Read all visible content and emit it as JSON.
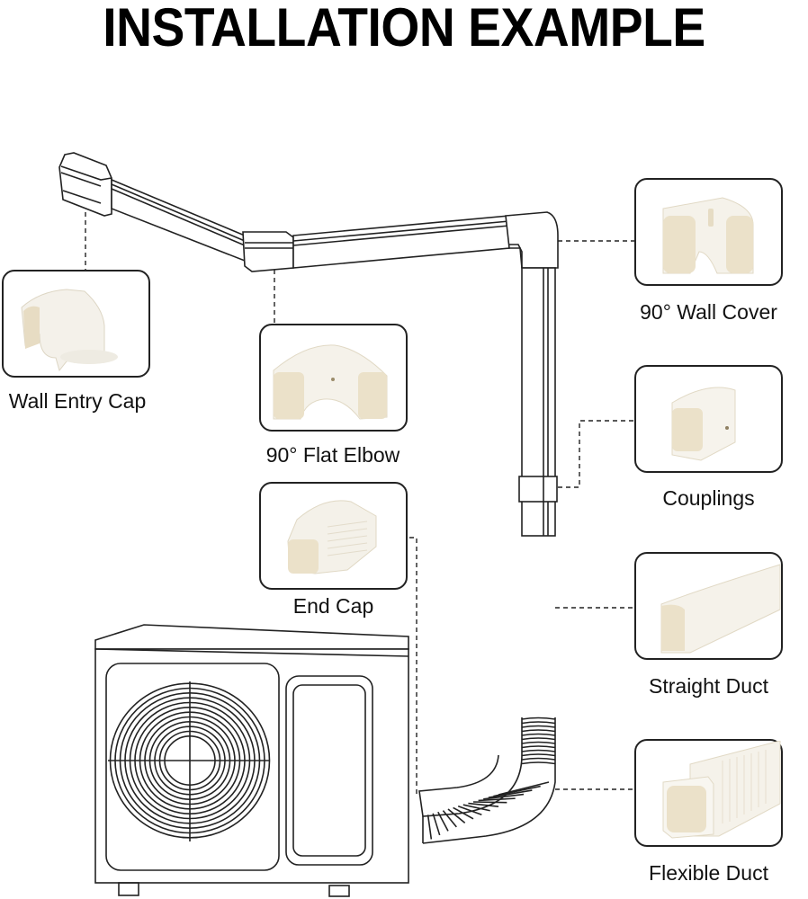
{
  "title": "INSTALLATION EXAMPLE",
  "parts": [
    {
      "id": "wall-entry-cap",
      "label": "Wall Entry Cap",
      "icon": "wall-entry-cap-icon"
    },
    {
      "id": "flat-elbow",
      "label": "90° Flat Elbow",
      "icon": "flat-elbow-icon"
    },
    {
      "id": "end-cap",
      "label": "End Cap",
      "icon": "end-cap-icon"
    },
    {
      "id": "wall-cover",
      "label": "90° Wall Cover",
      "icon": "wall-cover-icon"
    },
    {
      "id": "couplings",
      "label": "Couplings",
      "icon": "coupling-icon"
    },
    {
      "id": "straight-duct",
      "label": "Straight Duct",
      "icon": "straight-duct-icon"
    },
    {
      "id": "flexible-duct",
      "label": "Flexible Duct",
      "icon": "flexible-duct-icon"
    }
  ],
  "colors": {
    "line": "#222222",
    "product": "#f3efe4",
    "product_shadow": "#e6dcc4",
    "background": "#ffffff"
  }
}
